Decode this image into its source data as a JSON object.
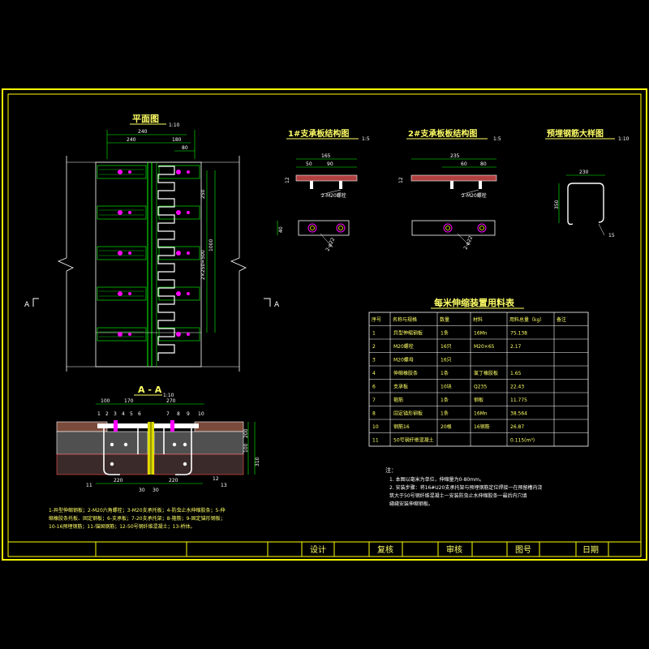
{
  "colors": {
    "frame": "#ffff00",
    "line": "#ffffff",
    "title": "#ffff66",
    "dim": "#00ff00",
    "accent": "#ff00ff",
    "rebar": "#00c800",
    "concrete": "#505050",
    "asphalt": "#8a3c3c",
    "plan_fill": "#9a9a9a"
  },
  "plan": {
    "title": "平面图",
    "scale": "1:10",
    "dims": {
      "d240a": "240",
      "d240b": "240",
      "d180": "180",
      "d80": "80",
      "d250": "250",
      "d1000": "1000",
      "d2x250": "2×250=500"
    }
  },
  "section": {
    "title": "A - A",
    "scale": "1:10",
    "marker": "A",
    "dims": {
      "d100": "100",
      "d170": "170",
      "d270": "270",
      "d220a": "220",
      "d220b": "220",
      "d30a": "30",
      "d30b": "30",
      "d100v": "100",
      "d200v": "200",
      "d310v": "310"
    },
    "callouts": [
      "1",
      "2",
      "3",
      "4",
      "5",
      "6",
      "7",
      "8",
      "9",
      "10",
      "11",
      "12",
      "13"
    ]
  },
  "plate1": {
    "title": "1#支承板结构图",
    "scale": "1:5",
    "dim_total": "165",
    "dim_a": "50",
    "dim_b": "90",
    "dim_h": "12",
    "note": "2-M20螺栓",
    "hole": "2-φ22"
  },
  "plate2": {
    "title": "2#支承板板结构图",
    "scale": "1:5",
    "dim_total": "235",
    "dim_a": "60",
    "dim_b": "80",
    "dim_h": "12",
    "note": "2-M20螺栓",
    "hole": "2-φ22"
  },
  "rebar_detail": {
    "title": "预埋钢筋大样图",
    "scale": "1:10",
    "dim_w": "230",
    "dim_h": "350",
    "dim_hook": "15"
  },
  "table": {
    "title": "每米伸缩装置用料表",
    "headers": [
      "序号",
      "名称与规格",
      "数量",
      "材料",
      "用料总量（kg）",
      "备注"
    ],
    "rows": [
      [
        "1",
        "异型伸缩钢板",
        "1条",
        "16Mn",
        "75.138",
        ""
      ],
      [
        "2",
        "M20螺栓",
        "16只",
        "M20×65",
        "2.17",
        ""
      ],
      [
        "3",
        "M20螺母",
        "16只",
        "",
        "",
        ""
      ],
      [
        "4",
        "伸缩橡胶条",
        "1条",
        "氯丁橡胶板",
        "1.65",
        ""
      ],
      [
        "6",
        "支承板",
        "10块",
        "Q235",
        "22.43",
        ""
      ],
      [
        "7",
        "箍筋",
        "1条",
        "钢板",
        "11.775",
        ""
      ],
      [
        "8",
        "固定锚形钢板",
        "1条",
        "16Mn",
        "38.564",
        ""
      ],
      [
        "10",
        "钢筋16",
        "20根",
        "16钢筋",
        "26.87",
        ""
      ],
      [
        "11",
        "50号钢纤维混凝土",
        "",
        "",
        "0.115(m³)",
        ""
      ]
    ]
  },
  "notes": {
    "label": "注：",
    "lines": [
      "1. 本图以毫米为单位，伸缩量为0-80mm。",
      "2. 安装步骤：将16#U20支承托架与预埋钢筋定位焊接一在预留槽内浇",
      "   筑大于50号钢纤维混凝土一安装防虫止水伸缩胶条一最后内穴填",
      "   缝缝安装伸缩钢板。"
    ]
  },
  "legend": {
    "line1": "1-异型伸缩钢板；2-M20六角螺栓；3-M20支承托板；4-防虫止水伸缩胶条；5-伸",
    "line2": "缩橡胶条托板、固定钢板；6-支承板；7-20支承托架；8-箍筋；9-固定锚形钢板；",
    "line3": "10-16预埋钢筋；11-锚固钢筋；12-50号钢纤维混凝土；13-桥体。"
  },
  "title_block": {
    "design": "设计",
    "review": "复核",
    "audit": "审核",
    "drawing_no": "图号",
    "date": "日期"
  }
}
